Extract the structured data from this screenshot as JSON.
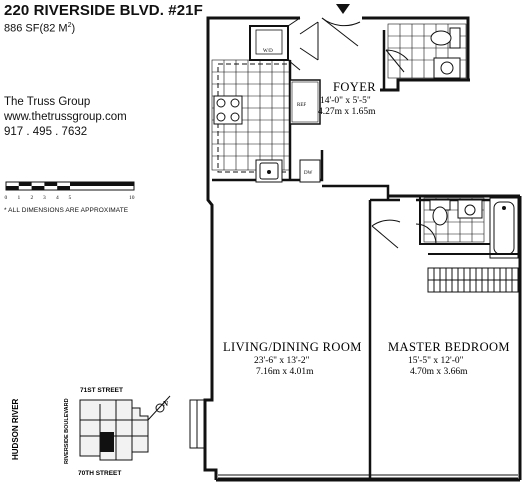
{
  "listing": {
    "title": "220 RIVERSIDE BLVD. #21F",
    "area": "886 SF(82 M",
    "area_sup": "2",
    "area_close": ")"
  },
  "agent": {
    "name": "The Truss Group",
    "website": "www.thetrussgroup.com",
    "phone": "917 . 495 . 7632"
  },
  "scale": {
    "ticks": [
      "0",
      "1",
      "2",
      "3",
      "4",
      "5",
      "10"
    ],
    "note": "* ALL DIMENSIONS ARE APPROXIMATE"
  },
  "rooms": [
    {
      "name": "FOYER",
      "imperial": "14'-0\" x 5'-5\"",
      "metric": "4.27m x 1.65m"
    },
    {
      "name": "LIVING/DINING ROOM",
      "imperial": "23'-6\" x 13'-2\"",
      "metric": "7.16m x 4.01m"
    },
    {
      "name": "MASTER BEDROOM",
      "imperial": "15'-5\" x 12'-0\"",
      "metric": "4.70m x 3.66m"
    }
  ],
  "fixtures": {
    "washer_dryer": "W/D",
    "refrigerator": "REF",
    "dishwasher": "DW"
  },
  "map": {
    "street_north": "71ST STREET",
    "street_south": "70TH STREET",
    "river": "HUDSON RIVER",
    "boulevard": "RIVERSIDE BOULEVARD",
    "north_marker": "N"
  },
  "colors": {
    "ink": "#111111",
    "building": "#f2f2f2",
    "unit_marker": "#111111"
  }
}
